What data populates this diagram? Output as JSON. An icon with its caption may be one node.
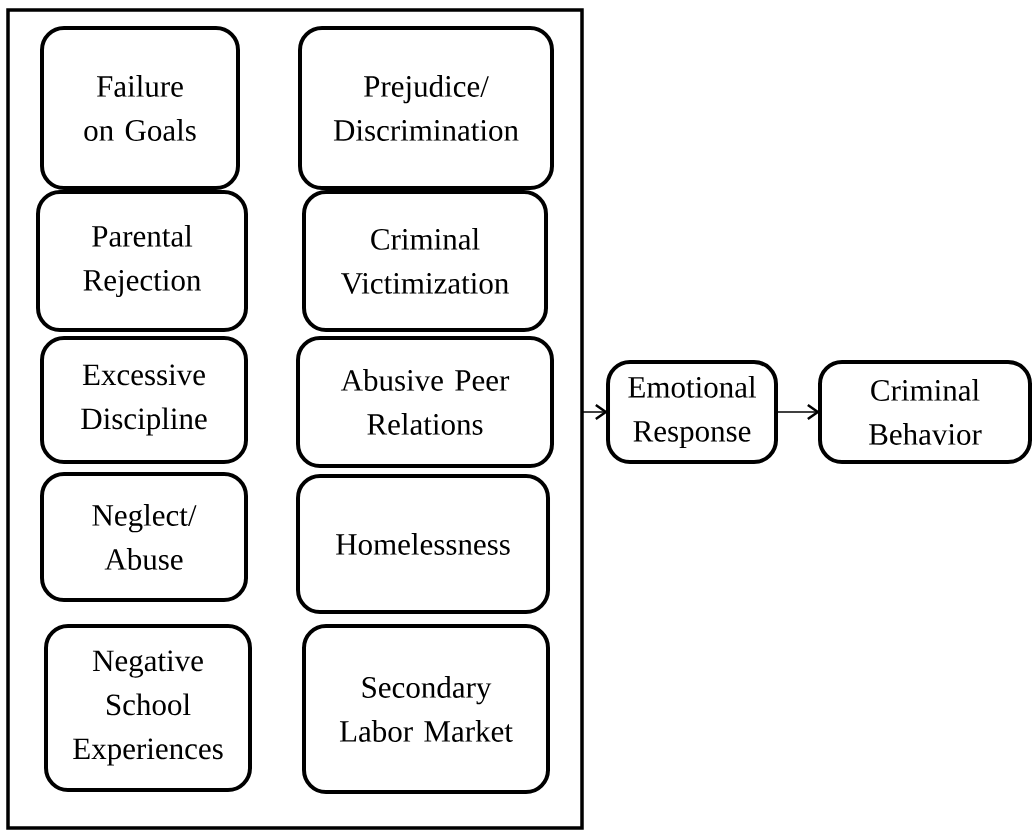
{
  "diagram": {
    "nodes": [
      {
        "text": [],
        "shape": "box"
      },
      {
        "text": [
          "Failure on Goals"
        ],
        "in": 0
      },
      {
        "text": [
          "Prejudice/ Discrimination"
        ],
        "in": 0
      },
      {
        "text": [
          "Parental Rejection"
        ],
        "in": 0
      },
      {
        "text": [
          "Criminal Victimization"
        ],
        "in": 0
      },
      {
        "text": [
          "Excessive Discipline"
        ],
        "in": 0
      },
      {
        "text": [
          "Abusive Peer Relations"
        ],
        "in": 0
      },
      {
        "text": [
          "Neglect/ Abuse"
        ],
        "in": 0
      },
      {
        "text": [
          "Homelessness"
        ],
        "in": 0
      },
      {
        "text": [
          "Negative School Experiences"
        ],
        "in": 0
      },
      {
        "text": [
          "Secondary Labor Market"
        ],
        "in": 0
      },
      {
        "text": [
          "Emotional Response"
        ]
      },
      {
        "text": [
          "Criminal Behavior"
        ]
      }
    ],
    "edges": [
      {
        "from": 0,
        "to": 11,
        "arrow": "to"
      },
      {
        "from": 11,
        "to": 12,
        "arrow": "to"
      }
    ]
  }
}
